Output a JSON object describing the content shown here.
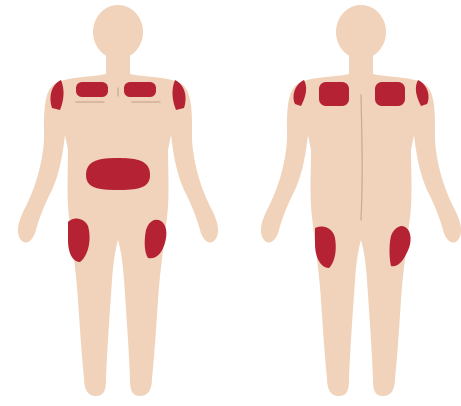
{
  "diagram": {
    "title": "",
    "colors": {
      "skin": "#f0d3ba",
      "skin_line": "#c9a98f",
      "site": "#b52234",
      "background": "#ffffff"
    },
    "figures": [
      {
        "view": "front",
        "sites": [
          "left-deltoid",
          "right-deltoid",
          "left-upper-chest",
          "right-upper-chest",
          "abdomen",
          "left-thigh",
          "right-thigh"
        ]
      },
      {
        "view": "back",
        "sites": [
          "left-deltoid",
          "right-deltoid",
          "left-upper-back",
          "right-upper-back",
          "left-thigh",
          "right-thigh"
        ]
      }
    ]
  }
}
